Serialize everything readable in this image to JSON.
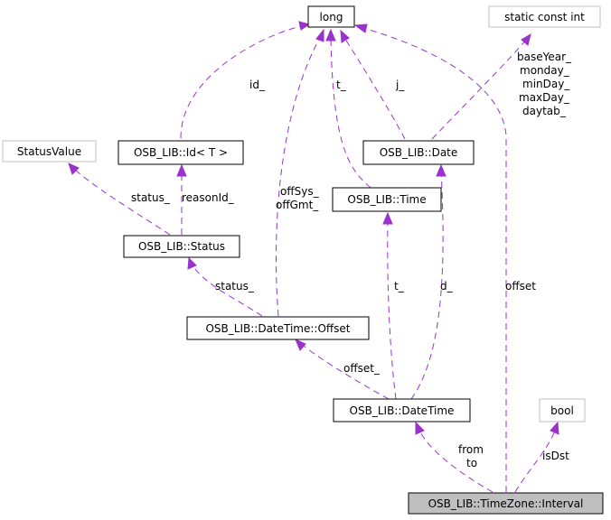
{
  "nodes": {
    "long": "long",
    "static_const_int": "static const int",
    "status_value": "StatusValue",
    "id_t": "OSB_LIB::Id< T >",
    "date": "OSB_LIB::Date",
    "time": "OSB_LIB::Time",
    "status": "OSB_LIB::Status",
    "offset": "OSB_LIB::DateTime::Offset",
    "datetime": "OSB_LIB::DateTime",
    "bool": "bool",
    "interval": "OSB_LIB::TimeZone::Interval"
  },
  "edge_labels": {
    "id_": "id_",
    "t_time": "t_",
    "j_": "j_",
    "offsys": "offSys_",
    "offgmt": "offGmt_",
    "static_members": [
      "baseYear_",
      "monday_",
      "minDay_",
      "maxDay_",
      "daytab_"
    ],
    "status_": "status_",
    "reasonid_": "reasonId_",
    "status_offset": "status_",
    "t_datetime": "t_",
    "d_": "d_",
    "offset_edge": "offset",
    "offset_": "offset_",
    "from": "from",
    "to": "to",
    "isdst": "isDst"
  },
  "colors": {
    "edge": "#9a32cd",
    "node_border": "#000000",
    "muted_border": "#bfbfbf",
    "focus_fill": "#bfbfbf"
  }
}
